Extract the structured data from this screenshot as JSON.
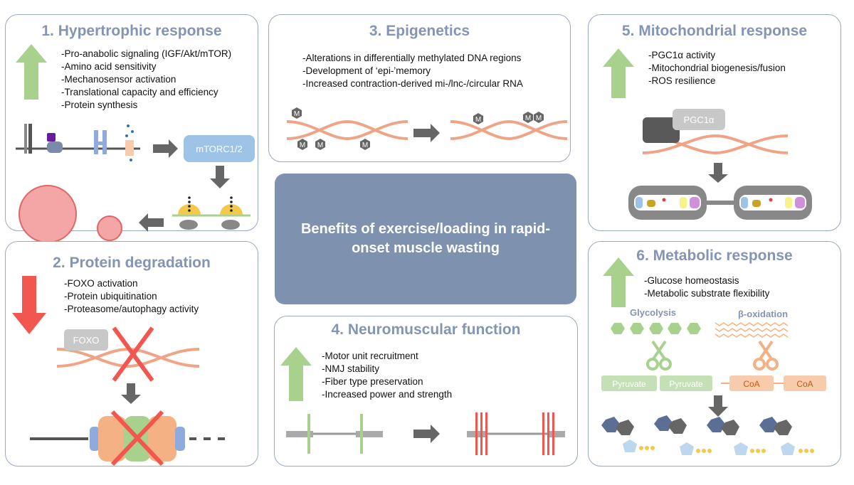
{
  "center_title": "Benefits of exercise/loading in rapid-onset muscle wasting",
  "panels": {
    "hypertrophic": {
      "title": "1. Hypertrophic response",
      "bullets": [
        "-Pro-anabolic signaling (IGF/Akt/mTOR)",
        "-Amino acid sensitivity",
        "-Mechanosensor activation",
        "-Translational capacity and efficiency",
        "-Protein synthesis"
      ],
      "complex_label": "mTORC1/2"
    },
    "degradation": {
      "title": "2. Protein degradation",
      "bullets": [
        "-FOXO activation",
        "-Protein ubiquitination",
        "-Proteasome/autophagy activity"
      ],
      "factor_label": "FOXO"
    },
    "epigenetics": {
      "title": "3. Epigenetics",
      "bullets": [
        "-Alterations in differentially methylated DNA regions",
        "-Development of ‘epi-’memory",
        "-Increased contraction-derived mi-/lnc-/circular RNA"
      ],
      "methyl_label": "M"
    },
    "neuromuscular": {
      "title": "4. Neuromuscular function",
      "bullets": [
        "-Motor unit recruitment",
        "-NMJ stability",
        "-Fiber type preservation",
        "-Increased power and strength"
      ]
    },
    "mitochondrial": {
      "title": "5. Mitochondrial response",
      "bullets": [
        "-PGC1α activity",
        "-Mitochondrial biogenesis/fusion",
        "-ROS resilience"
      ],
      "factor_label": "PGC1α"
    },
    "metabolic": {
      "title": "6. Metabolic response",
      "bullets": [
        "-Glucose homeostasis",
        "-Metabolic substrate flexibility"
      ],
      "glycolysis_label": "Glycolysis",
      "betaox_label": "β-oxidation",
      "pyruvate_label": "Pyruvate",
      "coa_label": "CoA"
    }
  },
  "colors": {
    "up_arrow": "#a9d18e",
    "down_arrow": "#f2574f",
    "panel_title": "#8494b4",
    "center_box": "#7e92b0",
    "grey_arrow": "#666666"
  }
}
